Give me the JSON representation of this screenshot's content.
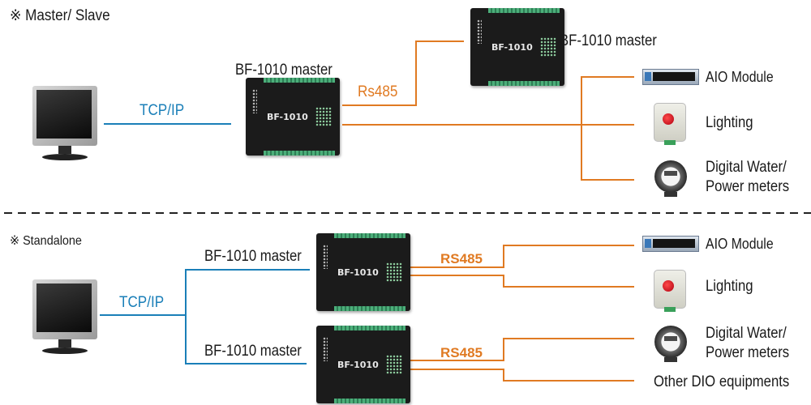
{
  "sections": {
    "master_slave": {
      "title": "※ Master/ Slave",
      "link_label": "TCP/IP",
      "master_label": "BF-1010 master",
      "bus_label": "Rs485",
      "slave_label": "BF-1010 master",
      "devices": [
        "AIO Module",
        "Lighting",
        "Digital Water/",
        "Power meters"
      ]
    },
    "standalone": {
      "title": "※ Standalone",
      "link_label": "TCP/IP",
      "masters": [
        {
          "label": "BF-1010 master",
          "bus_label": "RS485"
        },
        {
          "label": "BF-1010 master",
          "bus_label": "RS485"
        }
      ],
      "devices": [
        "AIO Module",
        "Lighting",
        "Digital Water/",
        "Power meters",
        "Other DIO equipments"
      ]
    }
  },
  "device_brand": "BF-1010",
  "colors": {
    "tcp_line": "#1a7fb8",
    "rs485_line": "#e07a22",
    "divider": "#222222"
  }
}
